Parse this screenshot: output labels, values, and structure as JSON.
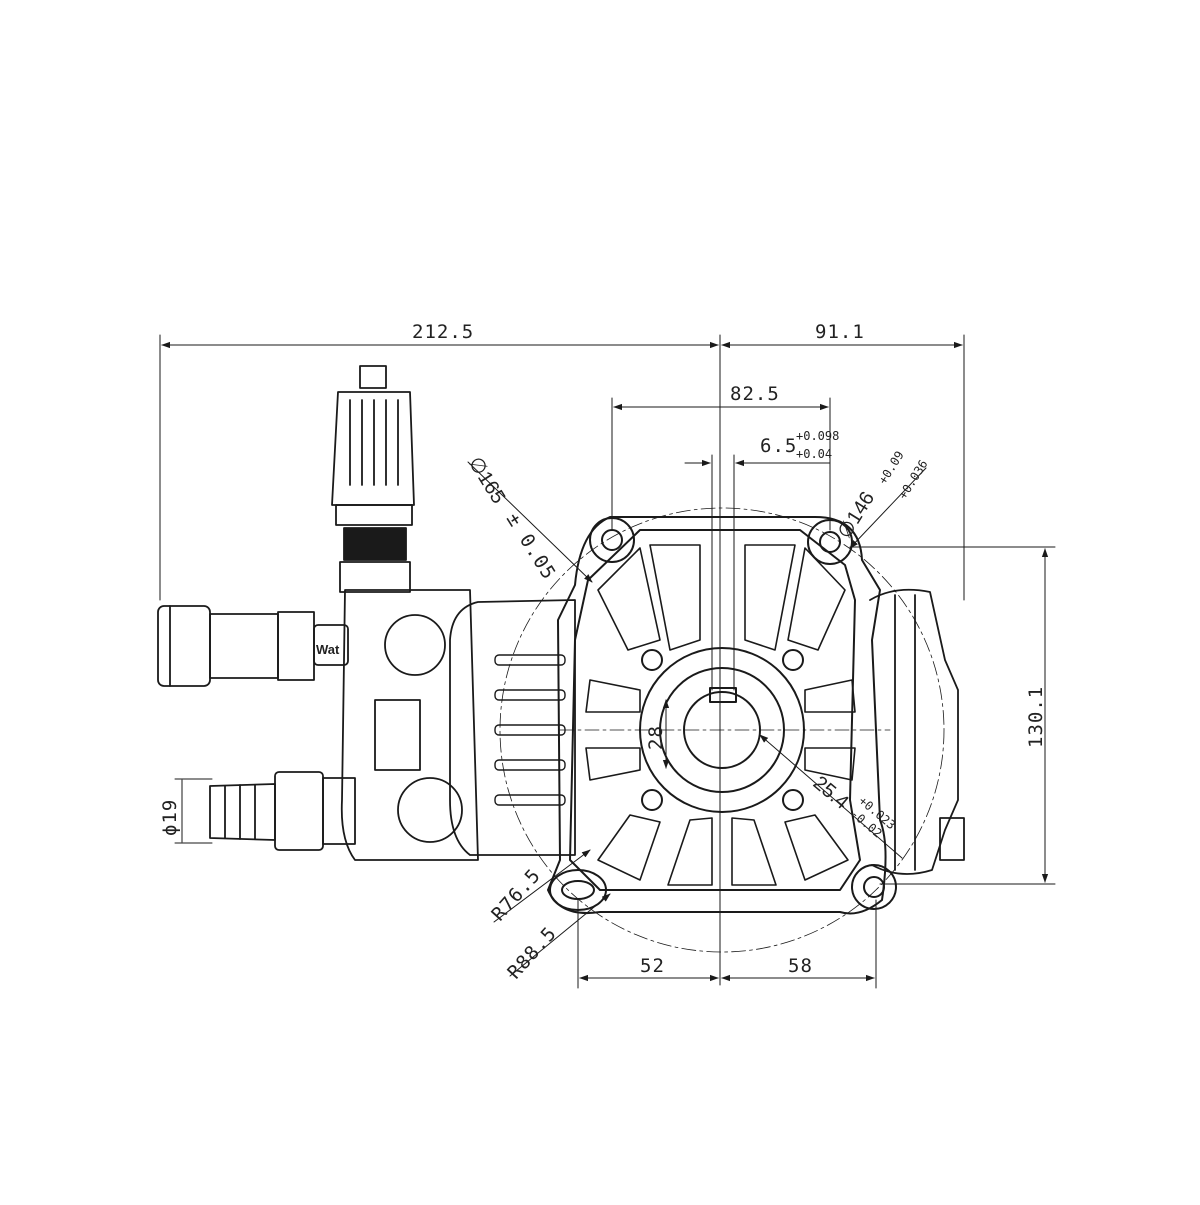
{
  "drawing": {
    "ink_color": "#1a1a1a",
    "paper_color": "#ffffff",
    "dimensions": {
      "overall_width": "212.5",
      "right_offset": "91.1",
      "bolt_span": "82.5",
      "key_width": "6.5",
      "key_width_tol_upper": "+0.098",
      "key_width_tol_lower": "+0.04",
      "flange_diameter": "∅165",
      "flange_diameter_tol": "± 0.05",
      "pilot_diameter": "∅146",
      "pilot_diameter_tol_upper": "+0.09",
      "pilot_diameter_tol_lower": "+0.036",
      "height": "130.1",
      "shaft_diameter": "25.4",
      "shaft_diameter_tol_upper": "+0.023",
      "shaft_diameter_tol_lower": "-0.02",
      "keyway_depth": "28",
      "radius_inner": "R76.5",
      "radius_outer": "R88.5",
      "bottom_left": "52",
      "bottom_right": "58",
      "inlet_diameter": "ϕ19"
    },
    "labels": {
      "valve_text": "Wat"
    }
  }
}
